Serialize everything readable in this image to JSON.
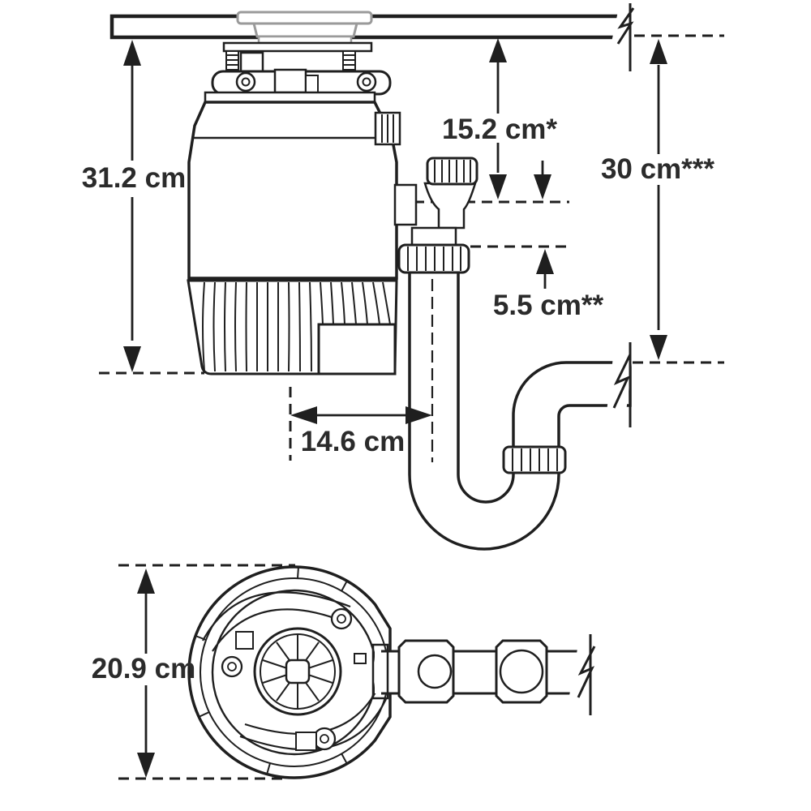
{
  "diagram": {
    "type": "installation-dimension-drawing",
    "subject": "food waste disposer mounted under sink with discharge tube, P-trap and drain line; side view and bottom view",
    "units": "cm",
    "line_color": "#1f1f1f",
    "accent_gray": "#9a9a9a",
    "side_view": {
      "disposer_height_label": "31.2 cm",
      "sink_to_outlet_label": "15.2 cm*",
      "outlet_drop_label": "5.5 cm**",
      "counter_to_drain_label": "30 cm***",
      "center_to_trap_label": "14.6 cm"
    },
    "bottom_view": {
      "body_width_label": "20.9 cm"
    }
  }
}
